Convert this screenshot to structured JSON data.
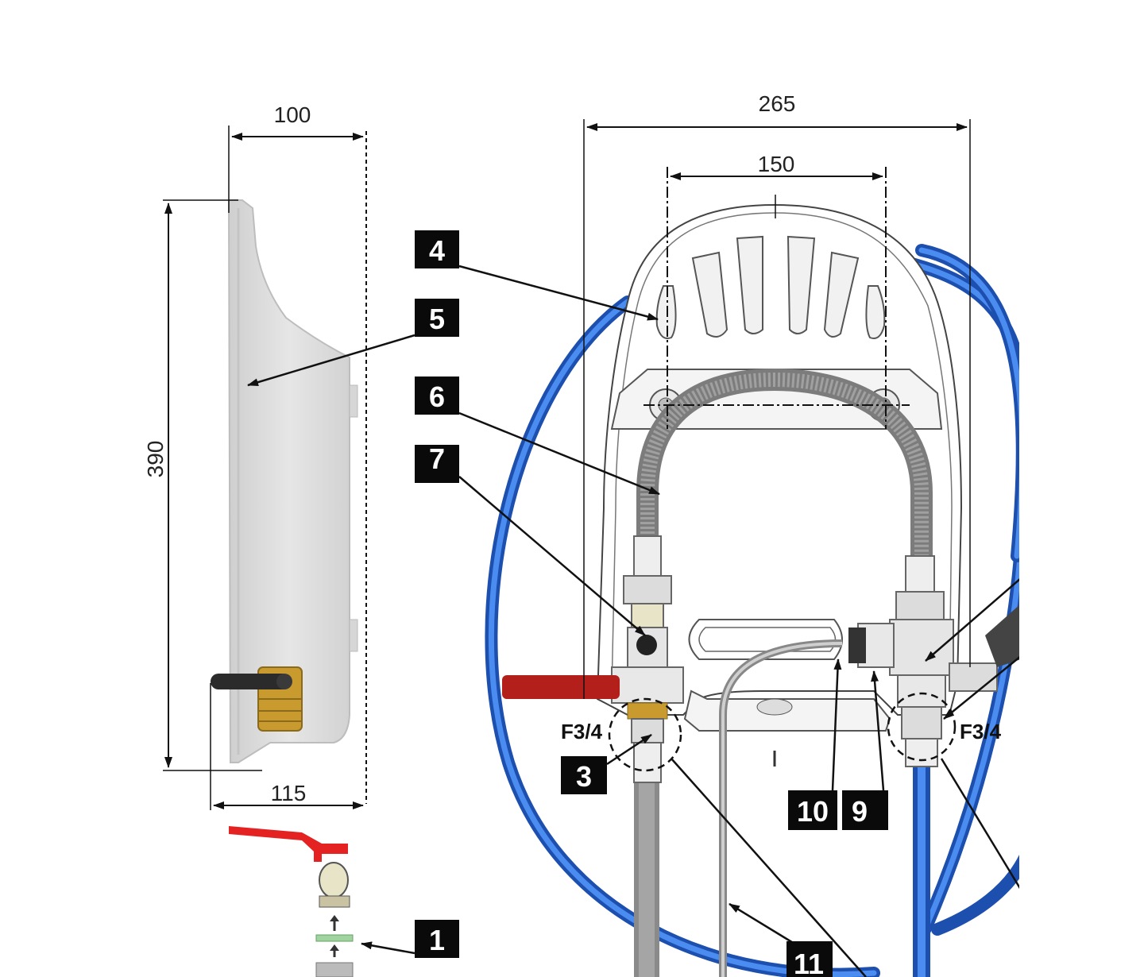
{
  "dimensions": {
    "side_width": "100",
    "side_height": "390",
    "side_depth": "115",
    "overall_width": "265",
    "mount_spacing": "150"
  },
  "threads": {
    "left": "F3/4",
    "right": "F3/4"
  },
  "callouts": {
    "c1": "1",
    "c3": "3",
    "c4": "4",
    "c5": "5",
    "c6": "6",
    "c7": "7",
    "c9": "9",
    "c10": "10",
    "c11": "11"
  },
  "colors": {
    "hose_blue": "#2f6fd6",
    "handle_red": "#b3201c",
    "brass": "#c99a2e",
    "body_gray": "#d9d9d9"
  }
}
